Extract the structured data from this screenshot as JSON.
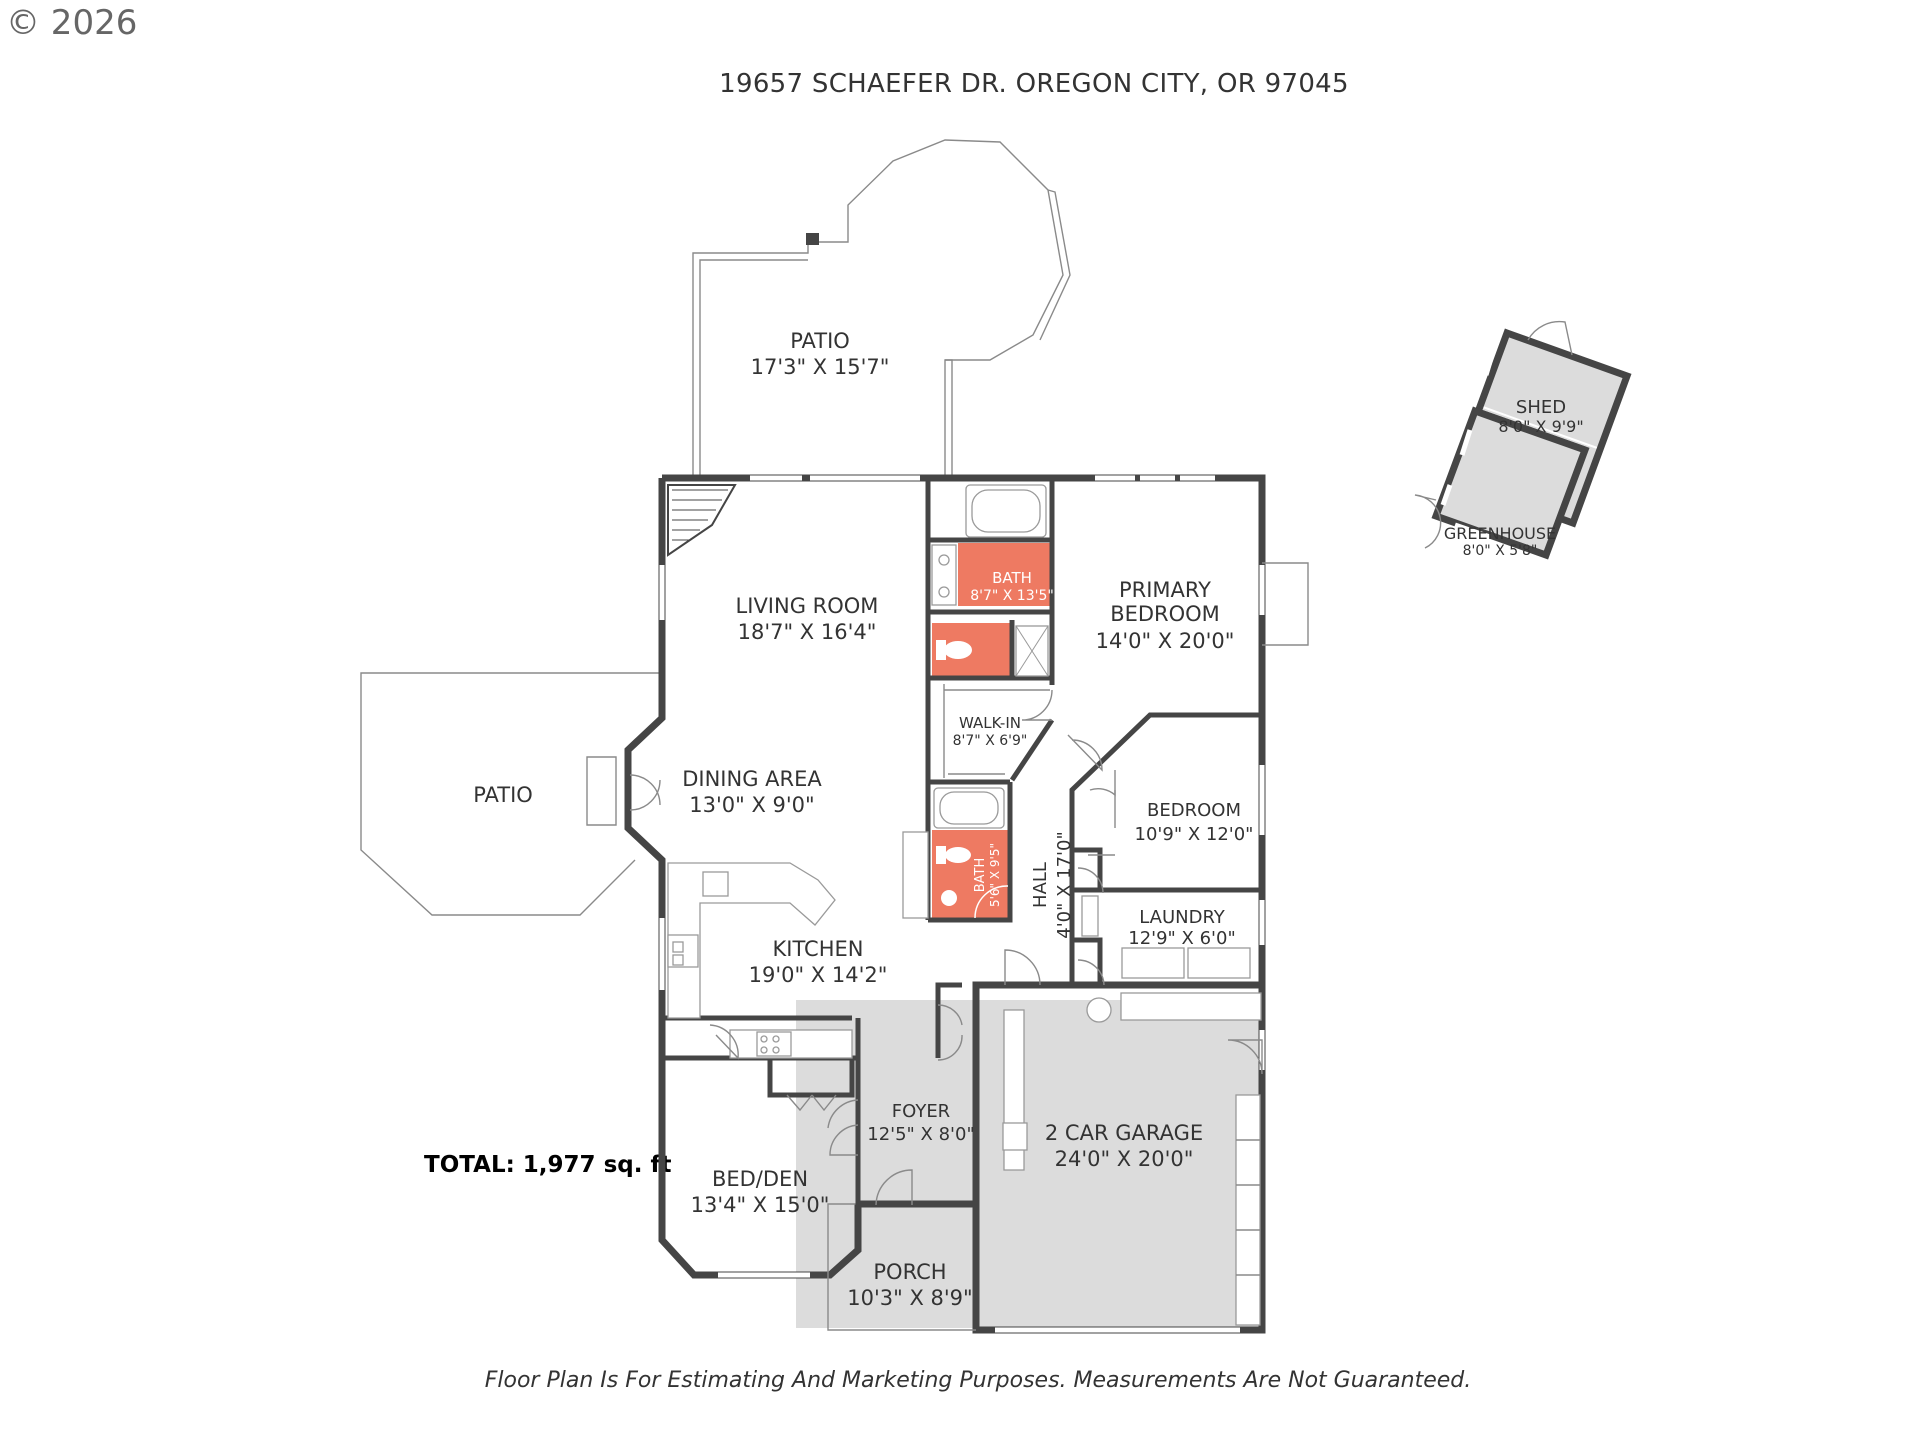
{
  "copyright": "© 2026",
  "address": "19657 SCHAEFER DR. OREGON CITY, OR 97045",
  "total": "TOTAL: 1,977 sq. ft",
  "disclaimer": "Floor Plan Is For Estimating And Marketing Purposes. Measurements Are Not Guaranteed.",
  "rooms": {
    "patio_rear": {
      "name": "PATIO",
      "size": "17'3\" X 15'7\""
    },
    "patio_side": {
      "name": "PATIO"
    },
    "living_room": {
      "name": "LIVING ROOM",
      "size": "18'7\" X 16'4\""
    },
    "dining_area": {
      "name": "DINING AREA",
      "size": "13'0\" X 9'0\""
    },
    "kitchen": {
      "name": "KITCHEN",
      "size": "19'0\" X 14'2\""
    },
    "bed_den": {
      "name": "BED/DEN",
      "size": "13'4\" X 15'0\""
    },
    "foyer": {
      "name": "FOYER",
      "size": "12'5\" X 8'0\""
    },
    "porch": {
      "name": "PORCH",
      "size": "10'3\" X 8'9\""
    },
    "bath_primary": {
      "name": "BATH",
      "size": "8'7\" X 13'5\""
    },
    "walk_in": {
      "name": "WALK-IN",
      "size": "8'7\" X 6'9\""
    },
    "bath_hall": {
      "name": "BATH",
      "size": "5'6\" X 9'5\""
    },
    "hall": {
      "name": "HALL",
      "size": "4'0\" X 17'0\""
    },
    "primary_bedroom": {
      "name_line1": "PRIMARY",
      "name_line2": "BEDROOM",
      "size": "14'0\" X 20'0\""
    },
    "bedroom": {
      "name": "BEDROOM",
      "size": "10'9\" X 12'0\""
    },
    "laundry": {
      "name": "LAUNDRY",
      "size": "12'9\" X 6'0\""
    },
    "garage": {
      "name": "2 CAR GARAGE",
      "size": "24'0\" X 20'0\""
    },
    "shed": {
      "name": "SHED",
      "size": "8'0\" X 9'9\""
    },
    "greenhouse": {
      "name": "GREENHOUSE",
      "size": "8'0\" X 5'8\""
    }
  },
  "colors": {
    "wall": "#454545",
    "bath_fill": "#ee7a62",
    "garage_fill": "#dcdcdc",
    "outline": "#8a8a8a"
  }
}
